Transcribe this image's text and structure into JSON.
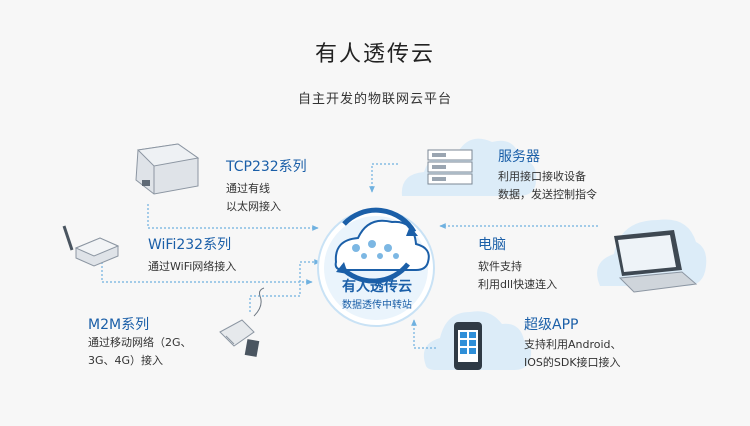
{
  "header": {
    "title": "有人透传云",
    "subtitle": "自主开发的物联网云平台"
  },
  "hub": {
    "title": "有人透传云",
    "subtitle": "数据透传中转站"
  },
  "nodes": {
    "tcp232": {
      "title": "TCP232系列",
      "lines": [
        "通过有线",
        "以太网接入"
      ]
    },
    "wifi232": {
      "title": "WiFi232系列",
      "lines": [
        "通过WiFi网络接入"
      ]
    },
    "m2m": {
      "title": "M2M系列",
      "lines": [
        "通过移动网络（2G、",
        "3G、4G）接入"
      ]
    },
    "server": {
      "title": "服务器",
      "lines": [
        "利用接口接收设备",
        "数据，发送控制指令"
      ]
    },
    "pc": {
      "title": "电脑",
      "lines": [
        "软件支持",
        "利用dll快速连入"
      ]
    },
    "app": {
      "title": "超级APP",
      "lines": [
        "支持利用Android、",
        "IOS的SDK接口接入"
      ]
    }
  },
  "colors": {
    "accent": "#1b5fa8",
    "link": "#6fb1e0",
    "cloud": "#d4e9f8"
  }
}
